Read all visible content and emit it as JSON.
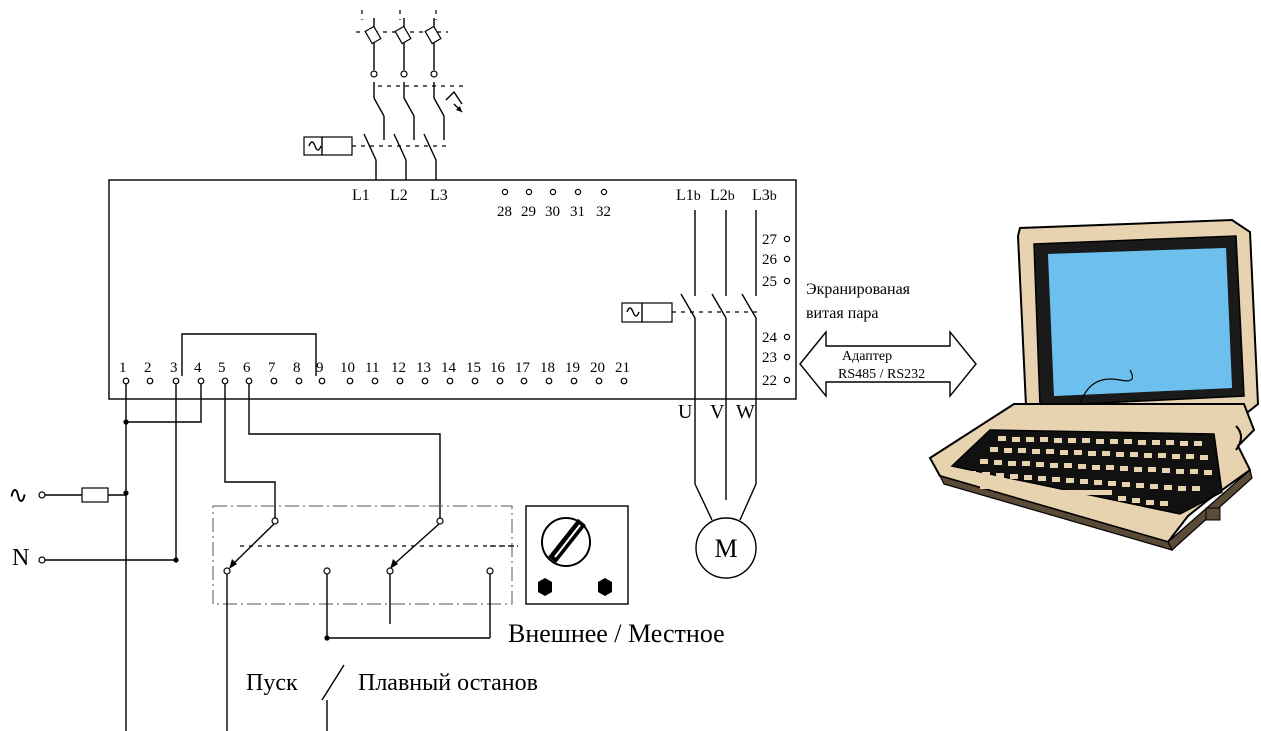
{
  "upper_terminals": [
    "28",
    "29",
    "30",
    "31",
    "32"
  ],
  "supply_inputs": [
    "L1",
    "L2",
    "L3"
  ],
  "bypass_inputs": {
    "l1": "L1",
    "l2": "L2",
    "l3": "L3",
    "suffix": "b"
  },
  "right_terminals_top": [
    "27",
    "26",
    "25"
  ],
  "right_terminals_bottom": [
    "24",
    "23",
    "22"
  ],
  "bottom_terminals": [
    "1",
    "2",
    "3",
    "4",
    "5",
    "6",
    "7",
    "8",
    "9",
    "10",
    "11",
    "12",
    "13",
    "14",
    "15",
    "16",
    "17",
    "18",
    "19",
    "20",
    "21"
  ],
  "outputs": [
    "U",
    "V",
    "W"
  ],
  "motor_label": "M",
  "neutral_label": "N",
  "ac_symbol": "∿",
  "cable_label": {
    "line1": "Экранированая",
    "line2": "витая пара"
  },
  "adapter_label": {
    "line1": "Адаптер",
    "line2": "RS485 / RS232"
  },
  "selector_label": "Внешнее / Местное",
  "start_label": "Пуск",
  "soft_stop_label": "Плавный останов"
}
